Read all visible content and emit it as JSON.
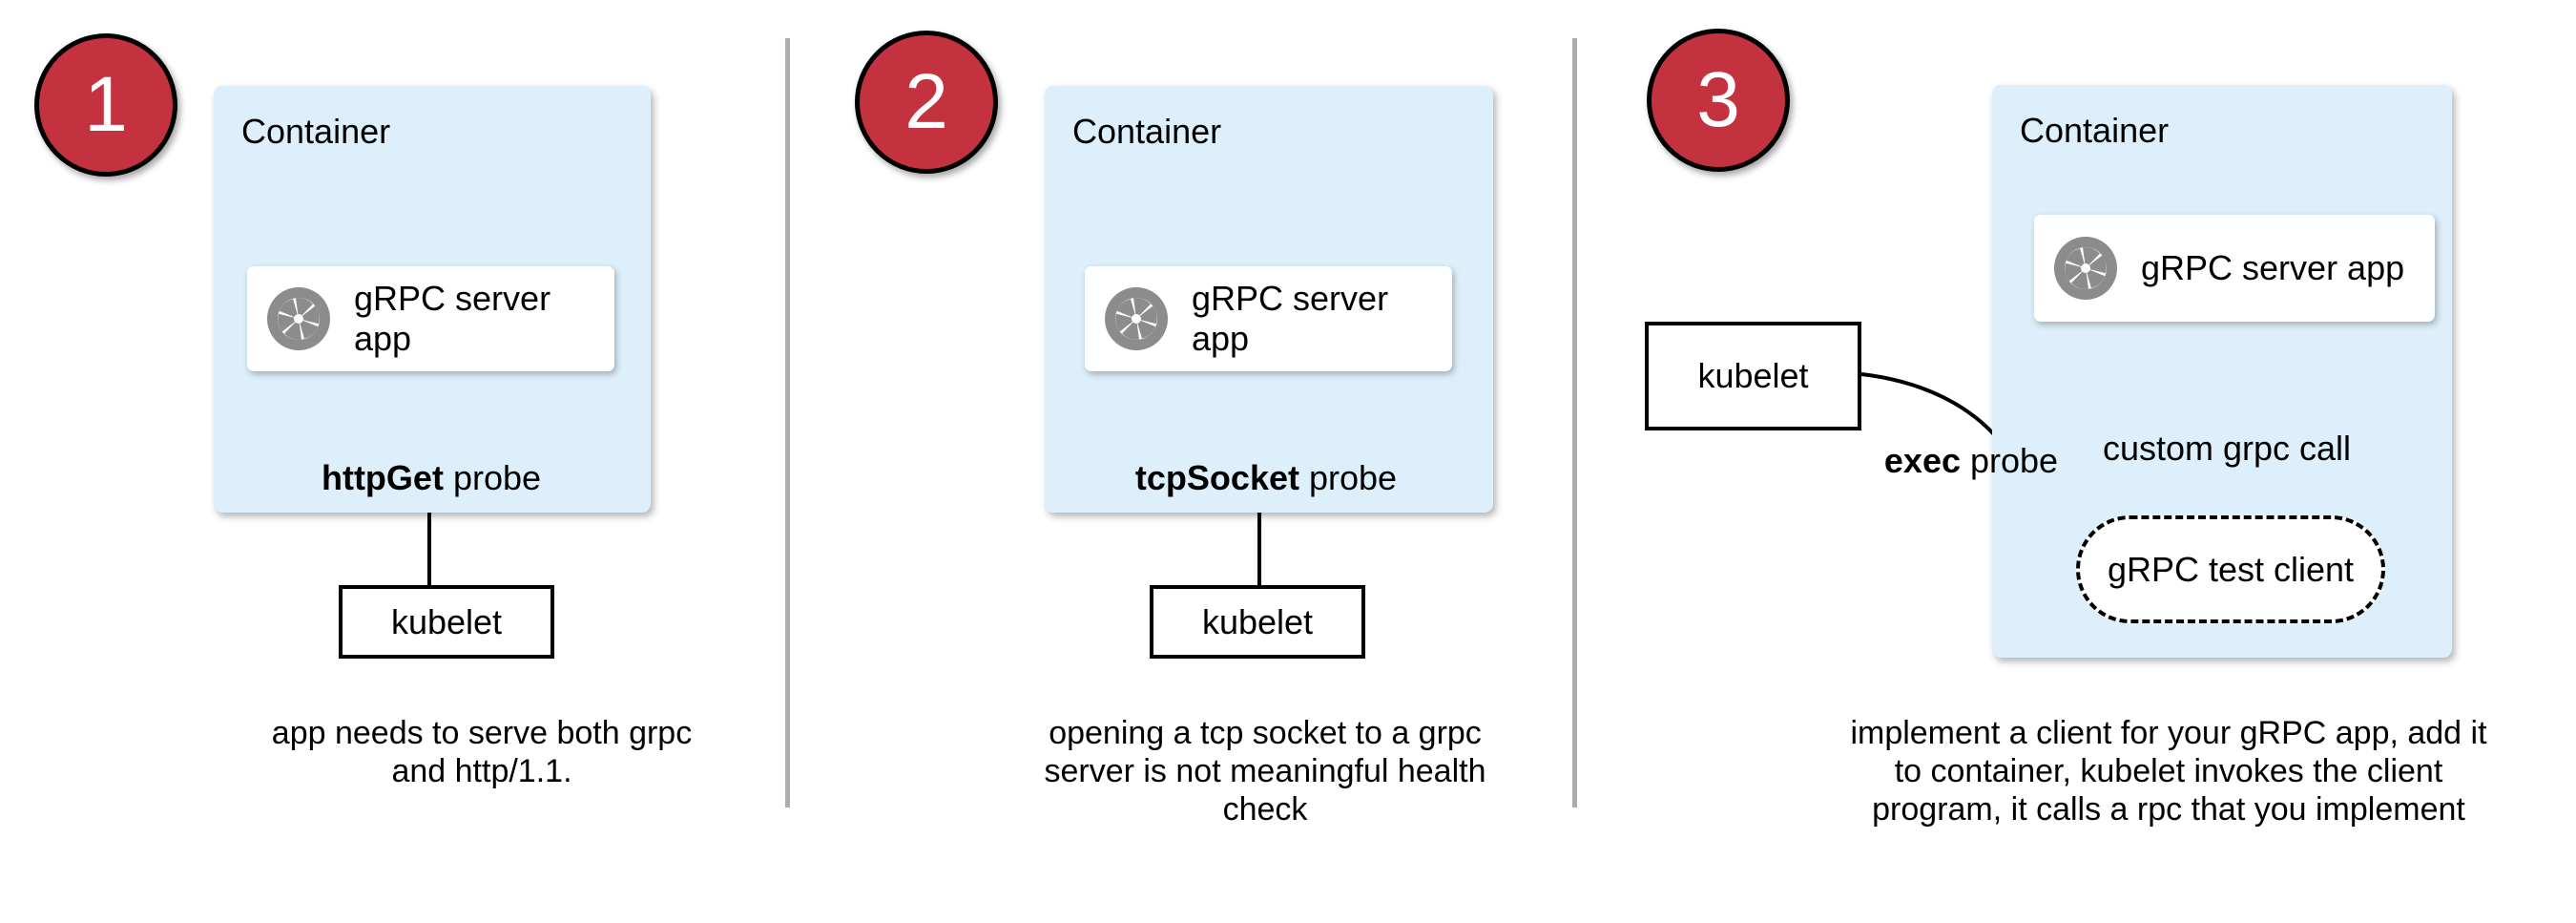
{
  "colors": {
    "container_fill": "#DCEFFA",
    "badge_red": "#C4323F",
    "icon_gray": "#8C8C8C",
    "divider_gray": "#ACACAC",
    "line_black": "#000000"
  },
  "panels": [
    {
      "number": "1",
      "container_label": "Container",
      "app_label": "gRPC server app",
      "app_icon": "aperture-icon",
      "probe_label_bold": "httpGet",
      "probe_label_rest": " probe",
      "kubelet_label": "kubelet",
      "caption_lines": [
        "app needs to serve both grpc",
        "and http/1.1."
      ]
    },
    {
      "number": "2",
      "container_label": "Container",
      "app_label": "gRPC server app",
      "app_icon": "aperture-icon",
      "probe_label_bold": "tcpSocket",
      "probe_label_rest": " probe",
      "kubelet_label": "kubelet",
      "caption_lines": [
        "opening a tcp socket to a grpc",
        "server is not meaningful health",
        "check"
      ]
    },
    {
      "number": "3",
      "container_label": "Container",
      "app_label": "gRPC server app",
      "app_icon": "aperture-icon",
      "probe_label_bold": "exec",
      "probe_label_rest": " probe",
      "kubelet_label": "kubelet",
      "custom_call_label": "custom grpc call",
      "test_client_label": "gRPC test client",
      "caption_lines": [
        "implement a client for your gRPC app, add it",
        "to container, kubelet invokes the client",
        "program, it calls a rpc that you implement"
      ]
    }
  ]
}
